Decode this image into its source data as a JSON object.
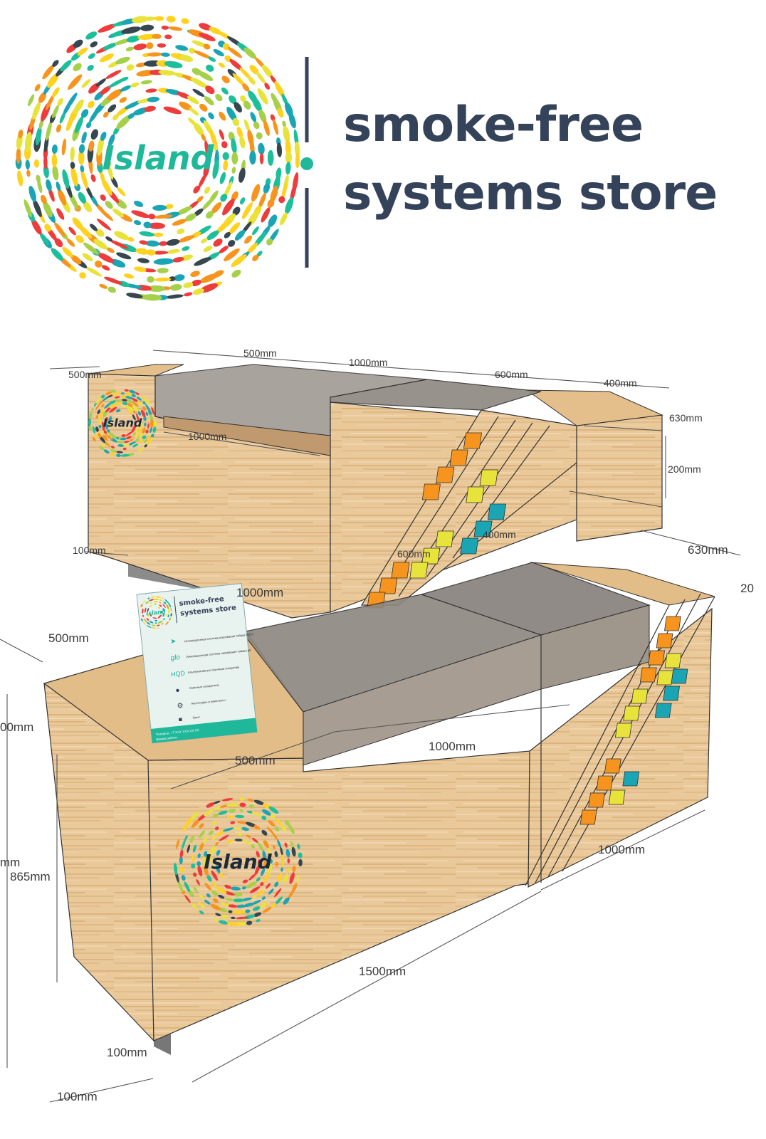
{
  "brand": {
    "logo_word": "Island",
    "tagline_line1": "smoke-free",
    "tagline_line2": "systems store",
    "colors": {
      "text": "#34435a",
      "accent": "#20b89a",
      "palette": [
        "#f7941d",
        "#e8e33a",
        "#1aa5b5",
        "#ee3b3b",
        "#37474f",
        "#a6d04a",
        "#1dbf9a",
        "#ffd21f"
      ]
    }
  },
  "drawing": {
    "dimensions_top": [
      "500mm",
      "1000mm",
      "600mm",
      "400mm",
      "500mm",
      "630mm",
      "200mm",
      "1000mm",
      "100mm",
      "600mm",
      "400mm",
      "1000mm",
      "630mm",
      "20"
    ],
    "dimensions_front": [
      "500mm",
      "00mm",
      "mm",
      "865mm",
      "500mm",
      "1000mm",
      "1000mm",
      "1500mm",
      "100mm",
      "100mm"
    ],
    "counter_logo_word": "Island"
  },
  "sign": {
    "title_line1": "smoke-free",
    "title_line2": "systems store",
    "logo_word": "Island",
    "rows": [
      "Инновационная система нагревания табака IQOS",
      "Инновационная система нагревания табака glo",
      "Альтернативные обычным сигаретам",
      "Сменные испарители",
      "Аксессуары и комплекты",
      "Опыт"
    ],
    "row_icons": [
      "bird-icon",
      "glo-icon",
      "hqd-icon",
      "drop-icon",
      "hookah-icon",
      "box-icon"
    ],
    "footer_phone": "Телефон: +7 ХХХ ХХХ ХХ ХХ",
    "footer_hours": "Время работы"
  }
}
